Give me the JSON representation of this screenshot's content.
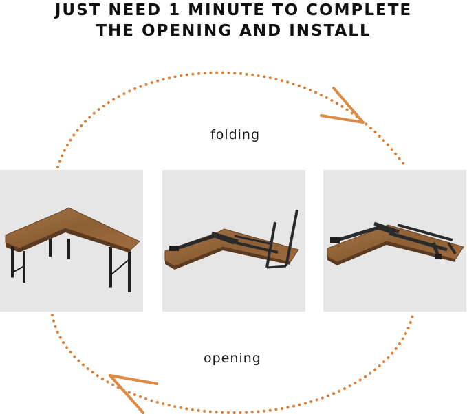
{
  "headline": {
    "line1": "JUST NEED 1 MINUTE TO COMPLETE",
    "line2": "THE OPENING AND INSTALL"
  },
  "cycle": {
    "top_label": "folding",
    "bottom_label": "opening",
    "dot_color": "#d9823b",
    "arrow_color": "#dd8a45"
  },
  "panels": [
    {
      "name": "desk-assembled",
      "background": "#e6e6e6"
    },
    {
      "name": "desk-partially-folded",
      "background": "#e6e6e6"
    },
    {
      "name": "desk-fully-folded",
      "background": "#e6e6e6"
    }
  ],
  "colors": {
    "wood": "#9a6a3c",
    "wood_dark": "#6b4526",
    "metal": "#1e1e1e"
  }
}
